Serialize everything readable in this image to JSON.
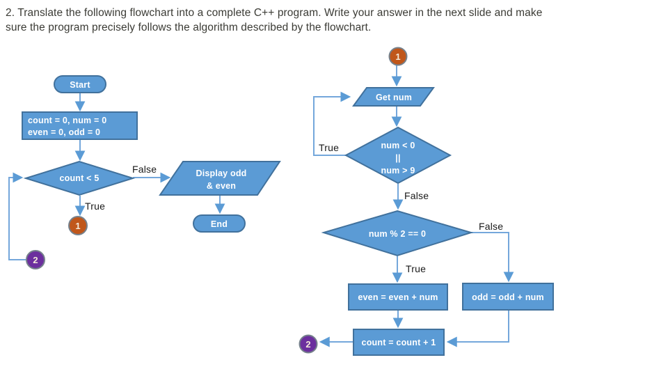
{
  "header": {
    "line1": "2. Translate the following flowchart into a complete C++ program. Write your answer in the next slide and make",
    "line2": "sure the program precisely follows the algorithm described by the flowchart."
  },
  "colors": {
    "shape_fill": "#5B9BD5",
    "shape_border": "#41719C",
    "connector_line": "#74A7DB",
    "arrowhead": "#5B9BD5",
    "offpage_1_fill": "#C0571B",
    "offpage_2_fill": "#6C2F9E",
    "offpage_border": "#76818C",
    "shape_text": "#FFFFFF",
    "branch_label_text": "#191919",
    "header_text": "#3B3B35"
  },
  "flowchart": {
    "nodes": {
      "start": "Start",
      "init_line1": "count = 0, num = 0",
      "init_line2": "even = 0, odd = 0",
      "count_check": "count < 5",
      "display_line1": "Display odd",
      "display_line2": "& even",
      "end": "End",
      "get_num": "Get num",
      "range_check_line1": "num < 0",
      "range_check_line2": "||",
      "range_check_line3": "num > 9",
      "parity_check": "num % 2 == 0",
      "even_update": "even = even + num",
      "odd_update": "odd = odd + num",
      "count_update": "count = count + 1"
    },
    "connectors": {
      "ref1_top": "1",
      "ref1_left": "1",
      "ref2_left": "2",
      "ref2_right": "2"
    },
    "labels": {
      "count_true": "True",
      "count_false": "False",
      "range_true": "True",
      "range_false": "False",
      "parity_true": "True",
      "parity_false": "False"
    }
  }
}
